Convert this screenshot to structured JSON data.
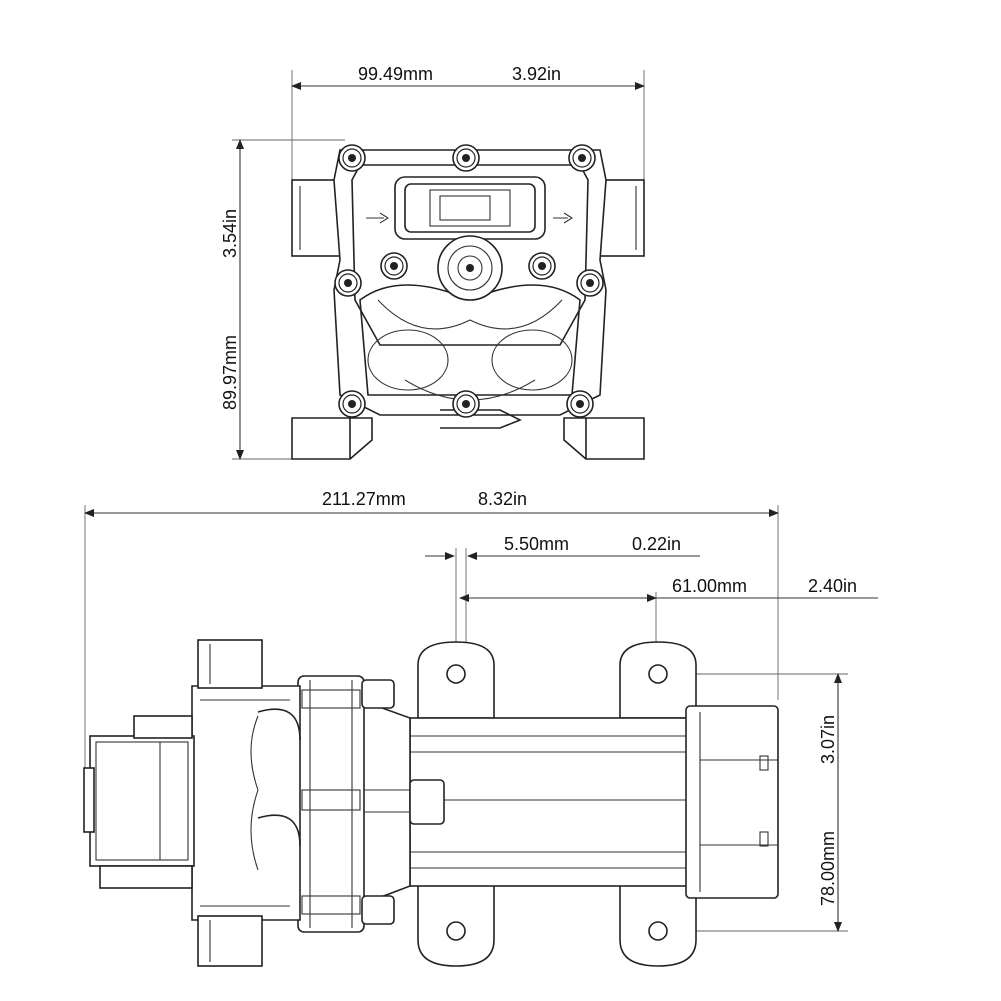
{
  "top_view": {
    "width_mm": "99.49mm",
    "width_in": "3.92in",
    "height_in": "3.54in",
    "height_mm": "89.97mm"
  },
  "side_view": {
    "length_mm": "211.27mm",
    "length_in": "8.32in",
    "hole_dia_mm": "5.50mm",
    "hole_dia_in": "0.22in",
    "hole_spacing_mm": "61.00mm",
    "hole_spacing_in": "2.40in",
    "mount_width_in": "3.07in",
    "mount_width_mm": "78.00mm"
  }
}
